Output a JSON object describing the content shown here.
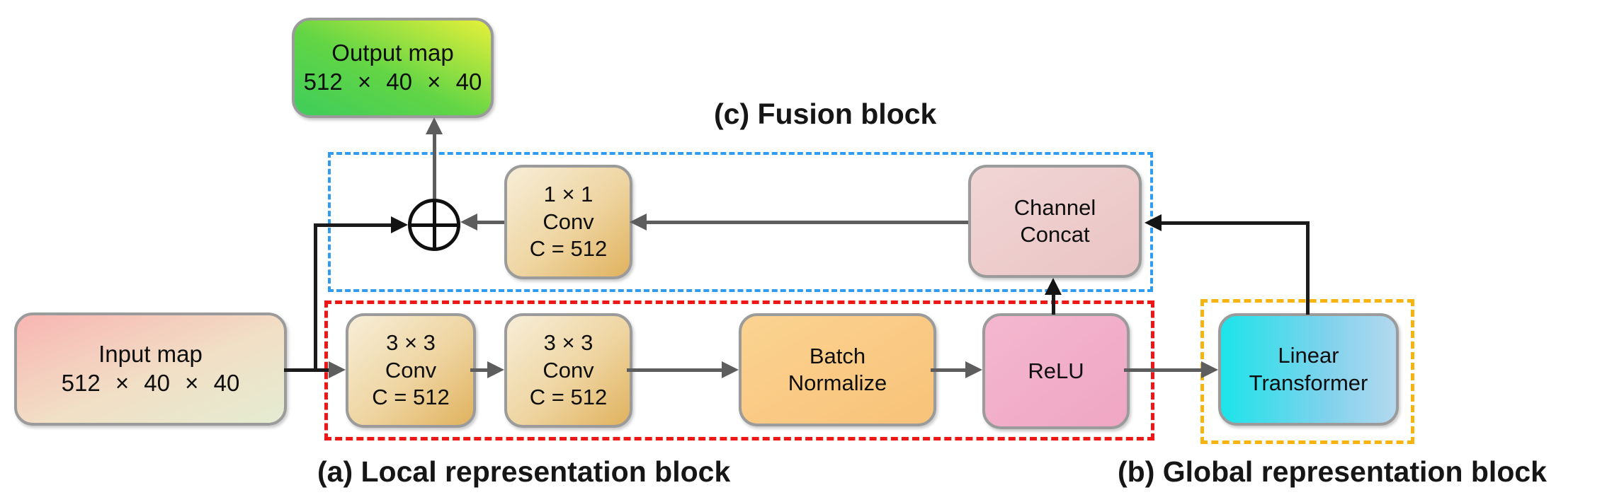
{
  "diagram": {
    "title_labels": {
      "fusion": "(c) Fusion block",
      "local": "(a) Local representation block",
      "global": "(b) Global representation block"
    },
    "boxes": {
      "output_map": {
        "name": "Output map",
        "dims": "512 × 40 × 40"
      },
      "input_map": {
        "name": "Input map",
        "dims": "512 × 40 × 40"
      },
      "conv_1x1": {
        "kernel": "1 × 1",
        "op": "Conv",
        "channels": "C = 512"
      },
      "channel_concat": {
        "line1": "Channel",
        "line2": "Concat"
      },
      "conv_3x3_first": {
        "kernel": "3 × 3",
        "op": "Conv",
        "channels": "C = 512"
      },
      "conv_3x3_second": {
        "kernel": "3 × 3",
        "op": "Conv",
        "channels": "C = 512"
      },
      "batch_normalize": {
        "line1": "Batch",
        "line2": "Normalize"
      },
      "relu": {
        "label": "ReLU"
      },
      "linear_transformer": {
        "line1": "Linear",
        "line2": "Transformer"
      }
    },
    "operators": {
      "sum": "circle-plus (element-wise add)"
    },
    "colors": {
      "fusion_outline": "#2f9bf2",
      "local_outline": "#ee1616",
      "global_outline": "#f6b411",
      "output_gradient": [
        "#3ecd5b",
        "#e7f03a"
      ],
      "input_gradient": [
        "#f8b5b2",
        "#e4ecd1"
      ],
      "conv_gradient": [
        "#f7eed8",
        "#e0b25e"
      ],
      "concat_fill": "#eac4c4",
      "batch_norm_fill": "#f9c87e",
      "relu_fill": "#f2aeca",
      "linear_transformer_gradient": [
        "#1ce4e9",
        "#b3d8ef"
      ],
      "box_border": "#9b9b9b",
      "gray_arrow": "#5d5d5d",
      "black_arrow": "#141414"
    }
  }
}
